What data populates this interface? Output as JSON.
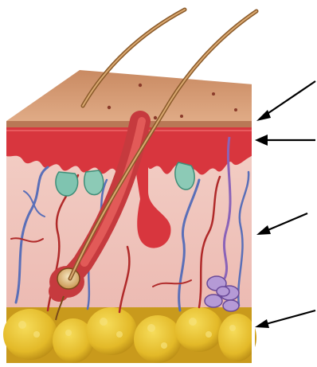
{
  "diagram": {
    "layers": [
      {
        "id": "surface"
      },
      {
        "id": "epidermis"
      },
      {
        "id": "dermis"
      },
      {
        "id": "subcutaneous-fat"
      }
    ],
    "label_pointers": 4,
    "colors": {
      "background": "#ffffff",
      "skin_surface": "#d9a07a",
      "epidermis": "#d8363e",
      "dermis": "#f1c7c0",
      "fat": "#e8c22c",
      "fat_dark": "#b8901a",
      "hair": "#b07a3a",
      "vessel_blue": "#5a6fb8",
      "vessel_red": "#b02a2a",
      "gland_purple": "#8a63b8",
      "arrow": "#000000"
    }
  }
}
